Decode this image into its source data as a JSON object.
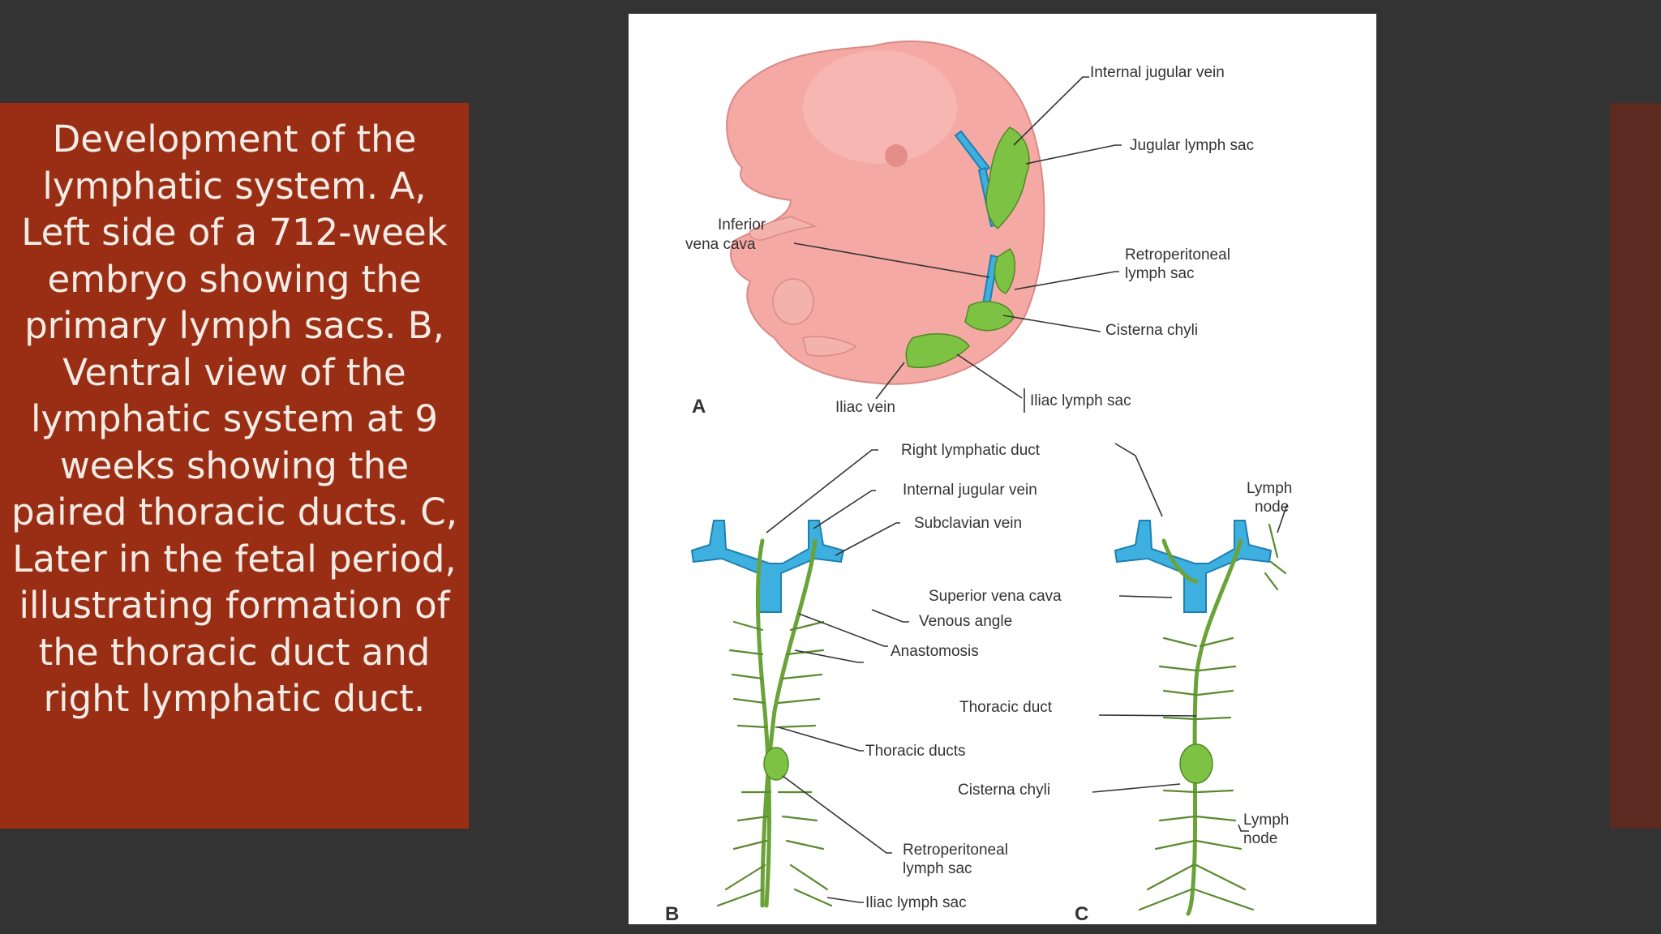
{
  "caption": {
    "text": "Development of the lymphatic system. A, Left side of a 712-week embryo showing the primary lymph sacs. B, Ventral view of the lymphatic system at 9 weeks showing the paired thoracic ducts. C, Later in the fetal period, illustrating formation of the thoracic duct and right lymphatic duct."
  },
  "colors": {
    "background": "#333333",
    "caption_box": "#9a2e14",
    "right_strip": "#5d2a22",
    "lymph": "#7dc242",
    "vein": "#3eb0e0",
    "embryo": "#f5a9a5"
  },
  "figure": {
    "panel_a": {
      "letter": "A",
      "labels": {
        "internal_jugular_vein": "Internal jugular vein",
        "jugular_lymph_sac": "Jugular lymph sac",
        "inferior_vena_cava_1": "Inferior",
        "inferior_vena_cava_2": "vena cava",
        "retroperitoneal_1": "Retroperitoneal",
        "retroperitoneal_2": "lymph sac",
        "cisterna_chyli": "Cisterna chyli",
        "iliac_vein": "Iliac vein",
        "iliac_lymph_sac": "Iliac lymph sac"
      }
    },
    "panel_b": {
      "letter": "B",
      "labels": {
        "right_lymphatic_duct": "Right lymphatic duct",
        "internal_jugular_vein": "Internal jugular vein",
        "subclavian_vein": "Subclavian vein",
        "superior_vena_cava": "Superior vena cava",
        "venous_angle": "Venous angle",
        "anastomosis": "Anastomosis",
        "thoracic_ducts": "Thoracic ducts",
        "retroperitoneal_1": "Retroperitoneal",
        "retroperitoneal_2": "lymph sac",
        "iliac_lymph_sac": "Iliac lymph sac"
      }
    },
    "panel_c": {
      "letter": "C",
      "labels": {
        "lymph_node_top_1": "Lymph",
        "lymph_node_top_2": "node",
        "thoracic_duct": "Thoracic duct",
        "cisterna_chyli": "Cisterna chyli",
        "lymph_node_bottom_1": "Lymph",
        "lymph_node_bottom_2": "node"
      }
    }
  }
}
